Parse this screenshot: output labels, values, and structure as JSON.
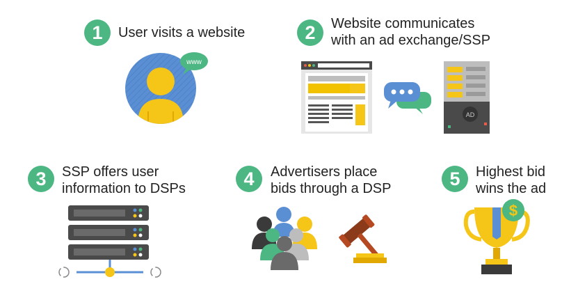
{
  "steps": [
    {
      "number": "1",
      "line1": "User visits a website",
      "line2": ""
    },
    {
      "number": "2",
      "line1": "Website communicates",
      "line2": "with an ad exchange/SSP"
    },
    {
      "number": "3",
      "line1": "SSP offers user",
      "line2": "information to DSPs"
    },
    {
      "number": "4",
      "line1": "Advertisers place",
      "line2": "bids through a DSP"
    },
    {
      "number": "5",
      "line1": "Highest bid",
      "line2": "wins the ad"
    }
  ],
  "icons": {
    "www_bubble": "www",
    "server_badge": "AD",
    "coin_symbol": "$"
  },
  "colors": {
    "accent_green": "#4cb782",
    "blue": "#5b8fd4",
    "yellow": "#f5c518",
    "dark": "#4a4a4a"
  }
}
